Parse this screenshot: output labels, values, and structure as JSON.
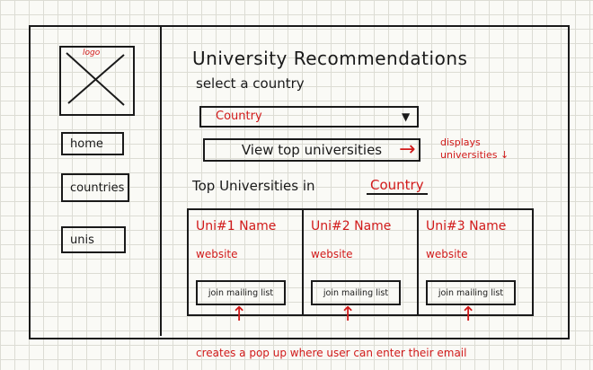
{
  "sidebar": {
    "logo_label": "logo",
    "items": [
      {
        "label": "home"
      },
      {
        "label": "countries"
      },
      {
        "label": "unis"
      }
    ]
  },
  "main": {
    "title": "University Recommendations",
    "subtitle": "select a country",
    "country_select": {
      "value": "Country"
    },
    "view_button": "View top universities",
    "results_label": "Top Universities in",
    "results_country": "Country",
    "cards": [
      {
        "name": "Uni#1 Name",
        "website": "website",
        "join_label": "join mailing list"
      },
      {
        "name": "Uni#2 Name",
        "website": "website",
        "join_label": "join mailing list"
      },
      {
        "name": "Uni#3 Name",
        "website": "website",
        "join_label": "join mailing list"
      }
    ]
  },
  "annotations": {
    "displays_note": "displays universities",
    "popup_note": "creates a pop up where user can enter their email"
  },
  "colors": {
    "ink": "#1a1a1a",
    "annotation": "#d11a1a",
    "paper": "#fafaf6"
  }
}
